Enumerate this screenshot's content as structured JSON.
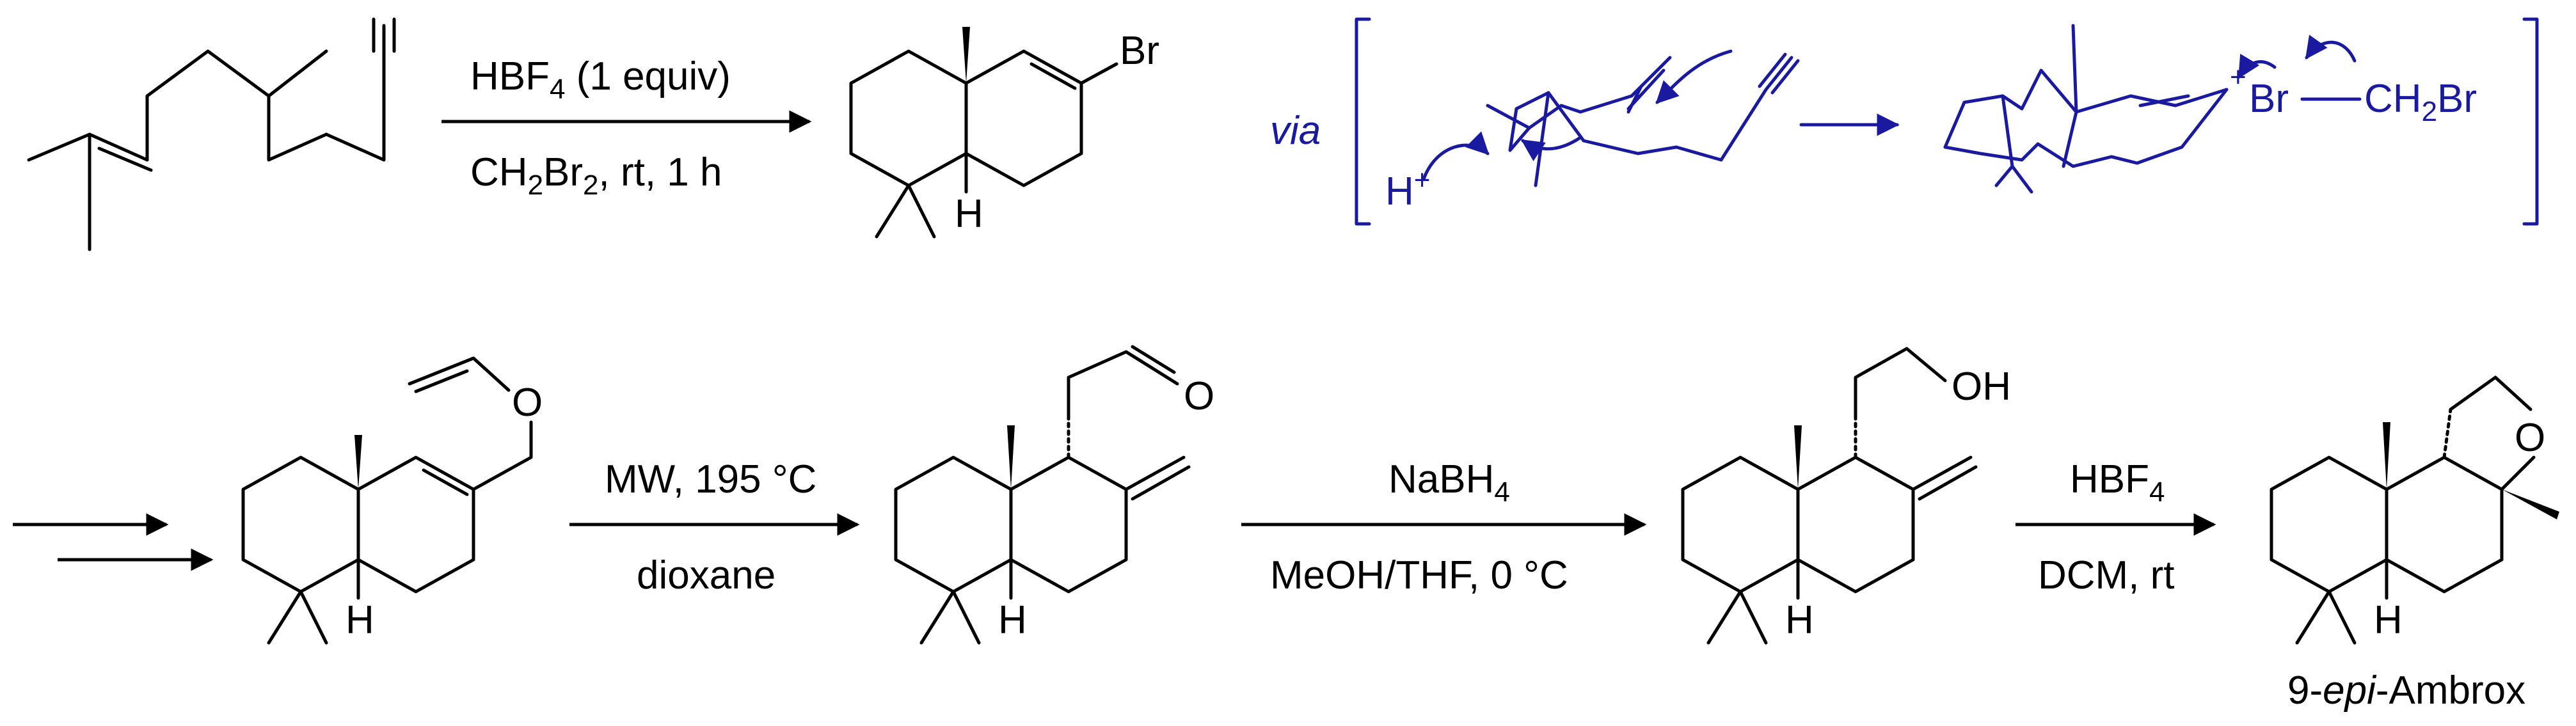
{
  "reaction1": {
    "reagent_line1_prefix": "HBF",
    "reagent_line1_sub": "4",
    "reagent_line1_suffix": " (1 equiv)",
    "reagent_line2_a": "CH",
    "reagent_line2_sub1": "2",
    "reagent_line2_b": "Br",
    "reagent_line2_sub2": "2",
    "reagent_line2_c": ", rt, 1 h"
  },
  "product1": {
    "br_label": "Br",
    "h_label": "H"
  },
  "mechanism": {
    "via_label": "via",
    "proton_label": "H",
    "proton_charge": "+",
    "cation_charge": "+",
    "br_left": "Br",
    "ch2br_a": "CH",
    "ch2br_sub": "2",
    "ch2br_b": "Br"
  },
  "step2": {
    "reagent_top": "MW, 195 °C",
    "reagent_bottom": "dioxane"
  },
  "step3": {
    "reagent_top_prefix": "NaBH",
    "reagent_top_sub": "4",
    "reagent_bottom": "MeOH/THF, 0 °C"
  },
  "step4": {
    "reagent_top_prefix": "HBF",
    "reagent_top_sub": "4",
    "reagent_bottom": "DCM, rt"
  },
  "atoms": {
    "oxygen": "O",
    "hydroxyl": "OH",
    "hydrogen": "H"
  },
  "final_product": {
    "name_prefix": "9-",
    "name_italic": "epi",
    "name_suffix": "-Ambrox"
  },
  "colors": {
    "mechanism_blue": "#1a1aa0",
    "ink": "#000000"
  }
}
